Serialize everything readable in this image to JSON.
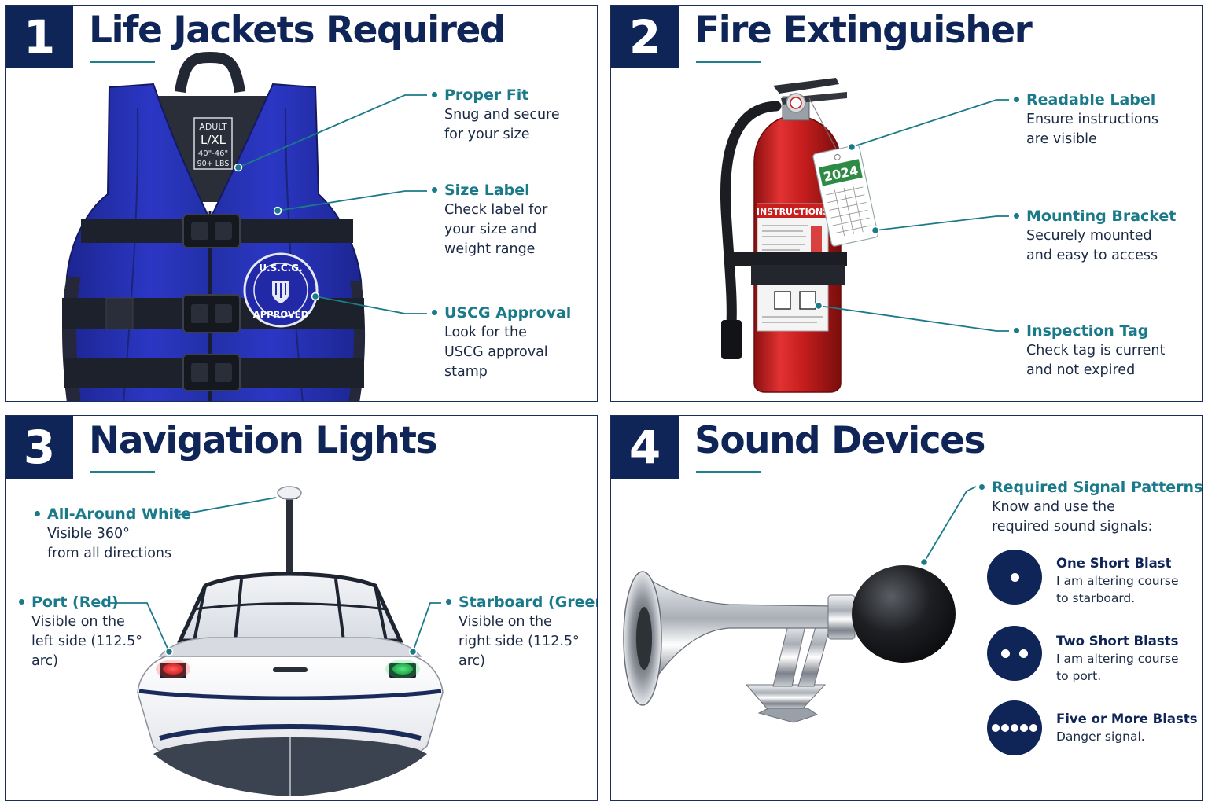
{
  "colors": {
    "navy": "#0f2557",
    "teal": "#1a7a8a",
    "text": "#1a2a44",
    "vest_blue": "#2733b8",
    "extinguisher_red": "#c81e1e"
  },
  "panels": [
    {
      "number": "1",
      "title": "Life Jackets Required",
      "vest_label": [
        "ADULT",
        "L/XL",
        "40\"-46\"",
        "90+ LBS"
      ],
      "badge": {
        "top": "U.S.C.G.",
        "bottom": "APPROVED"
      },
      "callouts": [
        {
          "title": "Proper Fit",
          "lines": [
            "Snug and secure",
            "for your size"
          ]
        },
        {
          "title": "Size Label",
          "lines": [
            "Check label for",
            "your size and",
            "weight range"
          ]
        },
        {
          "title": "USCG Approval",
          "lines": [
            "Look for the",
            "USCG approval",
            "stamp"
          ]
        }
      ]
    },
    {
      "number": "2",
      "title": "Fire Extinguisher",
      "label_heading": "INSTRUCTIONS",
      "tag_year": "2024",
      "callouts": [
        {
          "title": "Readable Label",
          "lines": [
            "Ensure instructions",
            "are visible"
          ]
        },
        {
          "title": "Mounting Bracket",
          "lines": [
            "Securely mounted",
            "and easy to access"
          ]
        },
        {
          "title": "Inspection Tag",
          "lines": [
            "Check tag is current",
            "and not expired"
          ]
        }
      ]
    },
    {
      "number": "3",
      "title": "Navigation Lights",
      "callouts": [
        {
          "title": "All-Around White",
          "lines": [
            "Visible 360°",
            "from all directions"
          ]
        },
        {
          "title": "Port (Red)",
          "lines": [
            "Visible on the",
            "left side (112.5°",
            "arc)"
          ]
        },
        {
          "title": "Starboard (Green)",
          "lines": [
            "Visible on the",
            "right side (112.5°",
            "arc)"
          ]
        }
      ]
    },
    {
      "number": "4",
      "title": "Sound Devices",
      "callouts": [
        {
          "title": "Required Signal Patterns",
          "lines": [
            "Know and use the",
            "required sound signals:"
          ]
        }
      ],
      "signals": [
        {
          "dots": 1,
          "title": "One Short Blast",
          "lines": [
            "I am altering course",
            "to starboard."
          ]
        },
        {
          "dots": 2,
          "title": "Two Short Blasts",
          "lines": [
            "I am altering course",
            "to port."
          ]
        },
        {
          "dots": 5,
          "title": "Five or More Blasts",
          "lines": [
            "Danger signal."
          ]
        }
      ]
    }
  ]
}
